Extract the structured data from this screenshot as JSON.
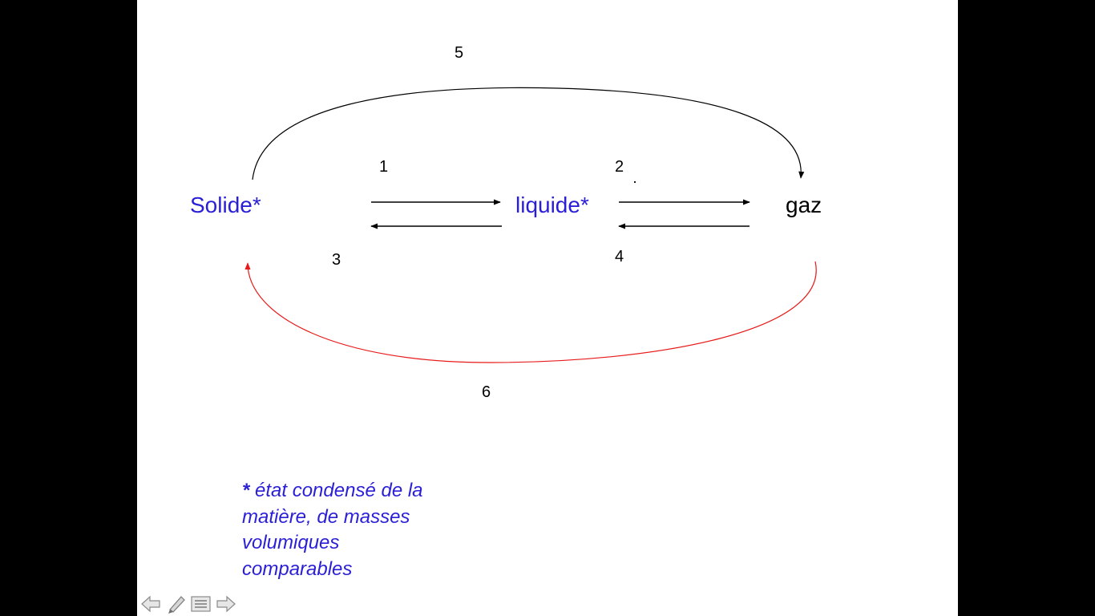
{
  "diagram": {
    "states": {
      "solid": "Solide*",
      "liquid": "liquide*",
      "gas": "gaz"
    },
    "transitions": {
      "t1": "1",
      "t2": "2",
      "t3": "3",
      "t4": "4",
      "t5": "5",
      "t6": "6"
    },
    "footnote": {
      "star": "*",
      "text": " état condensé de la matière, de masses volumiques comparables"
    },
    "colors": {
      "condensed_state": "#2a1fd6",
      "gas_state": "#000000",
      "arrow": "#000000",
      "arrow_6": "#e81a1a"
    }
  },
  "navigation": {
    "icons": [
      "arrow-left-icon",
      "pen-icon",
      "menu-icon",
      "arrow-right-icon"
    ]
  }
}
